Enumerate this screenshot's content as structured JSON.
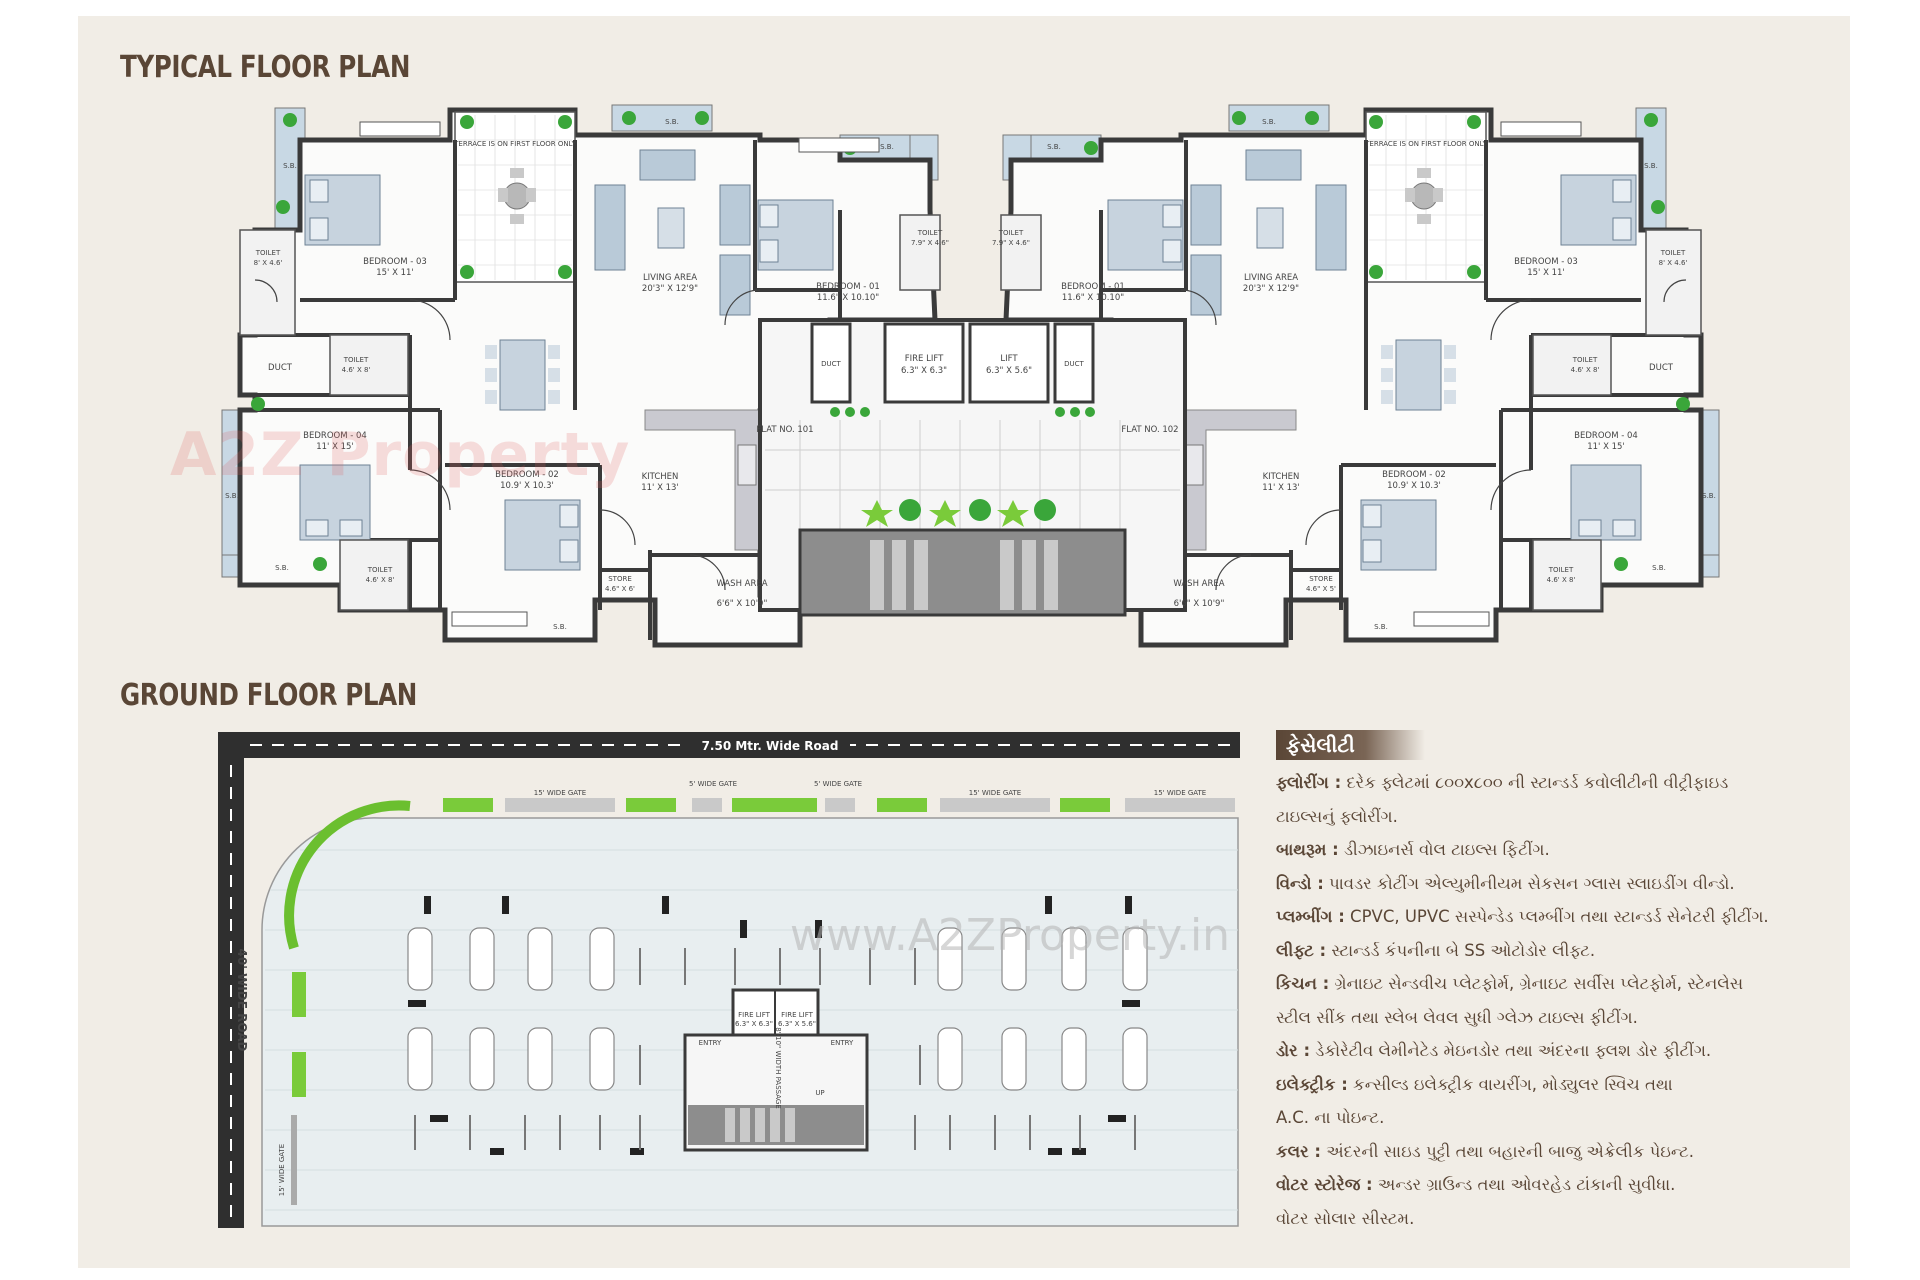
{
  "headings": {
    "typical": "TYPICAL FLOOR PLAN",
    "ground": "GROUND FLOOR PLAN"
  },
  "typical_plan": {
    "left_flat": {
      "flat_no": "FLAT NO. 101",
      "rooms": [
        {
          "name": "BEDROOM - 03",
          "size": "15' X 11'"
        },
        {
          "name": "LIVING AREA",
          "size": "20'3\" X 12'9\""
        },
        {
          "name": "BEDROOM - 01",
          "size": "11.6\" X 10.10\""
        },
        {
          "name": "BEDROOM - 04",
          "size": "11' X 15'"
        },
        {
          "name": "BEDROOM - 02",
          "size": "10.9' X 10.3'"
        },
        {
          "name": "KITCHEN",
          "size": "11' X 13'"
        },
        {
          "name": "WASH AREA",
          "size": "6'6\" X 10'9\""
        },
        {
          "name": "STORE",
          "size": "4.6\" X 6'"
        },
        {
          "name": "TOILET",
          "size": "7.9\" X 4.6\""
        },
        {
          "name": "TOILET",
          "size": "8' X 4.6'"
        },
        {
          "name": "TOILET",
          "size": "4.6' X 8'"
        },
        {
          "name": "TOILET",
          "size": "4.6' X 8'"
        }
      ]
    },
    "right_flat": {
      "flat_no": "FLAT NO. 102",
      "rooms": [
        {
          "name": "BEDROOM - 03",
          "size": "15' X 11'"
        },
        {
          "name": "LIVING AREA",
          "size": "20'3\" X 12'9\""
        },
        {
          "name": "BEDROOM - 01",
          "size": "11.6\" X 10.10\""
        },
        {
          "name": "BEDROOM - 04",
          "size": "11' X 15'"
        },
        {
          "name": "BEDROOM - 02",
          "size": "10.9' X 10.3'"
        },
        {
          "name": "KITCHEN",
          "size": "11' X 13'"
        },
        {
          "name": "WASH AREA",
          "size": "6'6\" X 10'9\""
        },
        {
          "name": "STORE",
          "size": "4.6\" X 5'"
        },
        {
          "name": "TOILET",
          "size": "7.9\" X 4.6\""
        },
        {
          "name": "TOILET",
          "size": "8' X 4.6'"
        },
        {
          "name": "TOILET",
          "size": "4.6' X 8'"
        },
        {
          "name": "TOILET",
          "size": "4.6' X 8'"
        }
      ]
    },
    "core": {
      "fire_lift": "FIRE LIFT",
      "fire_lift_size": "6.3\" X 6.3\"",
      "lift": "LIFT",
      "lift_size": "6.3\" X 5.6\"",
      "duct": "DUCT"
    },
    "terrace_note": "TERRACE IS ON FIRST FLOOR ONLY",
    "sb": "S.B."
  },
  "ground_plan": {
    "top_road": "7.50 Mtr. Wide Road",
    "left_road": "40' WIDE ROAD",
    "gate_15": "15' WIDE GATE",
    "gate_5": "5' WIDE GATE",
    "fire_lift_1": "FIRE LIFT",
    "fire_lift_1_size": "6.3\" X 6.3\"",
    "fire_lift_2": "FIRE LIFT",
    "fire_lift_2_size": "6.3\" X 5.6\"",
    "entry": "ENTRY",
    "passage": "8'-10\" WIDTH PASSAGE",
    "up": "UP",
    "watermark": "www.A2ZProperty.in"
  },
  "brand_watermark": "A2Z Property",
  "facilities": {
    "title": "ફેસેલીટી",
    "items": [
      {
        "label": "ફ્લોરીંગ :",
        "text": " દરેક ફ્લેટમાં ૮૦૦x૮૦૦ ની સ્ટાન્ડર્ડ કવોલીટીની વીટ્રીફાઇડ"
      },
      {
        "label": "",
        "text": "ટાઇલ્સનું ફ્લોરીંગ."
      },
      {
        "label": "બાથરૂમ :",
        "text": " ડીઝાઇનર્સ વોલ ટાઇલ્સ ફિટીંગ."
      },
      {
        "label": "વિન્ડો :",
        "text": " પાવડર કોટીંગ એલ્યુમીનીયમ સેકસન ગ્લાસ સ્લાઇડીંગ વીન્ડો."
      },
      {
        "label": "પ્લમ્બીંગ :",
        "text": " CPVC, UPVC સસ્પેન્ડેડ પ્લમ્બીંગ તથા સ્ટાન્ડર્ડ સેનેટરી ફીટીંગ."
      },
      {
        "label": "લીફ્ટ :",
        "text": " સ્ટાન્ડર્ડ કંપનીના બે SS ઓટોડોર લીફ્ટ."
      },
      {
        "label": "કિચન :",
        "text": " ગ્રેનાઇટ સેન્ડવીચ પ્લેટફોર્મ, ગ્રેનાઇટ સર્વીસ પ્લેટફોર્મ, સ્ટેનલેસ"
      },
      {
        "label": "",
        "text": "સ્ટીલ સીંક તથા સ્લેબ લેવલ સુધી ગ્લેઝ ટાઇલ્સ ફીટીંગ."
      },
      {
        "label": "ડોર :",
        "text": " ડેકોરેટીવ લેમીનેટેડ મેઇનડોર તથા અંદરના ફ્લશ ડોર ફીટીંગ."
      },
      {
        "label": "ઇલેક્ટ્રીક :",
        "text": " કન્સીલ્ડ ઇલેક્ટ્રીક વાયરીંગ, મોડ્યુલર સ્વિચ તથા"
      },
      {
        "label": "",
        "text": "A.C. ના પોઇન્ટ."
      },
      {
        "label": "કલર :",
        "text": " અંદરની સાઇડ પુટ્ટી તથા બહારની બાજુ એક્રેલીક પેઇન્ટ."
      },
      {
        "label": "વોટર સ્ટોરેજ :",
        "text": " અન્ડર ગ્રાઉન્ડ તથા ઓવરહેડ ટાંકાની સુવીધા."
      },
      {
        "label": "",
        "text": "વોટર સોલાર સીસ્ટમ."
      }
    ]
  },
  "colors": {
    "panel": "#f1ede6",
    "heading": "#5a4636",
    "wall": "#3a3a3a",
    "balcony": "#b9cbd9",
    "furniture": "#9fb3c8",
    "greenery": "#3aa63a"
  }
}
